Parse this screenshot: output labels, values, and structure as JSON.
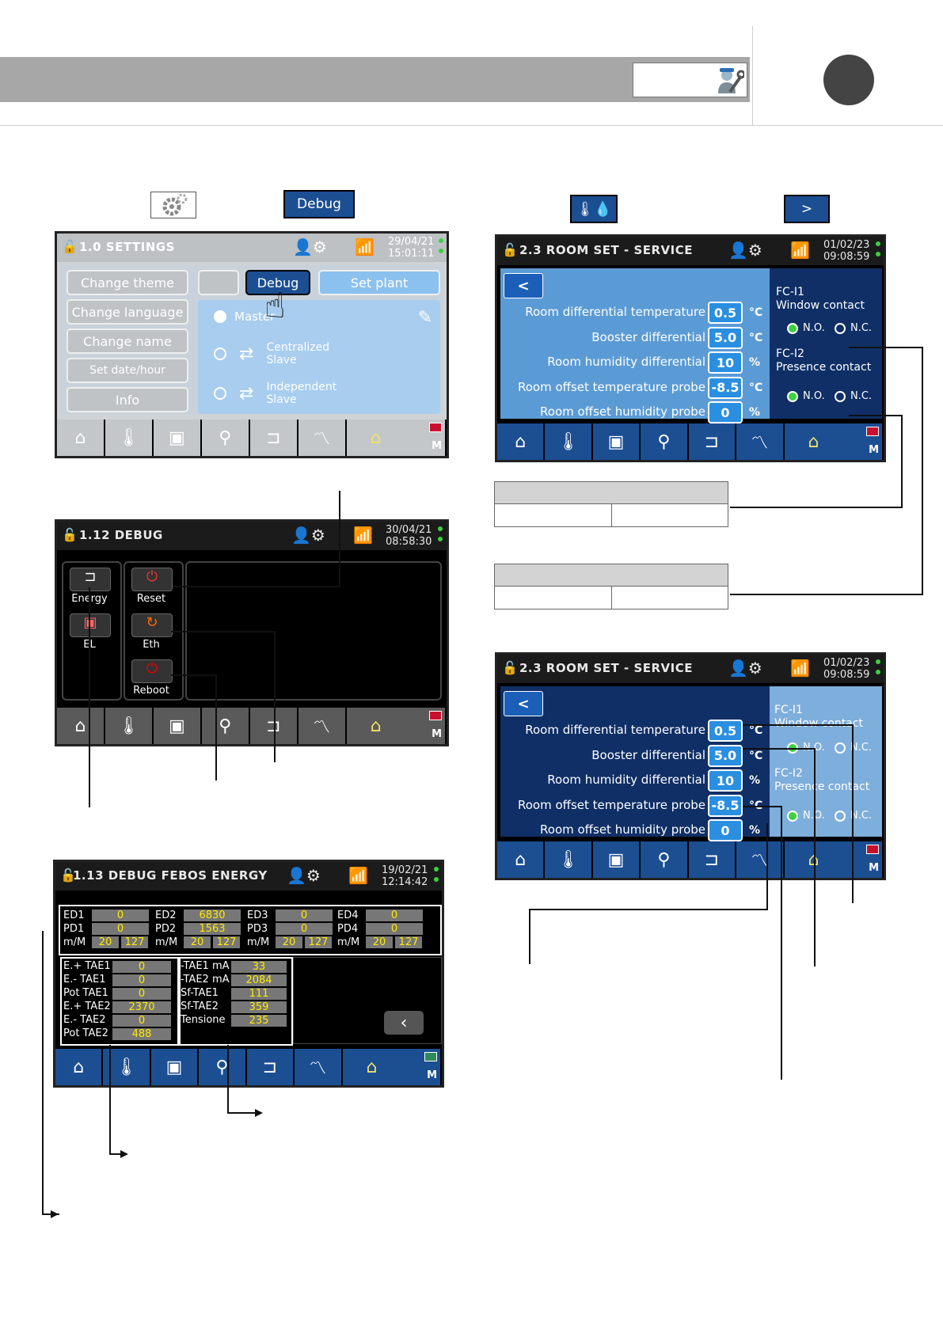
{
  "instructions": {
    "debug_button": "Debug",
    "next_button": ">"
  },
  "settings_screen": {
    "title": "1.0 SETTINGS",
    "date": "29/04/21",
    "time": "15:01:11",
    "buttons": [
      "Change theme",
      "Change language",
      "Change name",
      "Set date/hour",
      "Info"
    ],
    "tab_debug": "Debug",
    "tab_set_plant": "Set plant",
    "options": [
      "Master",
      "Centralized Slave",
      "Independent Slave"
    ]
  },
  "debug_screen": {
    "title": "1.12 DEBUG",
    "date": "30/04/21",
    "time": "08:58:30",
    "tiles": [
      "Energy",
      "EL",
      "Reset",
      "Eth",
      "Reboot"
    ]
  },
  "energy_screen": {
    "title": "1.13 DEBUG FEBOS ENERGY",
    "date": "19/02/21",
    "time": "12:14:42",
    "channels": [
      {
        "ed": "ED1",
        "ed_val": "0",
        "pd": "PD1",
        "pd_val": "0",
        "mm": "m/M",
        "m": "20",
        "M": "127"
      },
      {
        "ed": "ED2",
        "ed_val": "6830",
        "pd": "PD2",
        "pd_val": "1563",
        "mm": "m/M",
        "m": "20",
        "M": "127"
      },
      {
        "ed": "ED3",
        "ed_val": "0",
        "pd": "PD3",
        "pd_val": "0",
        "mm": "m/M",
        "m": "20",
        "M": "127"
      },
      {
        "ed": "ED4",
        "ed_val": "0",
        "pd": "PD4",
        "pd_val": "0",
        "mm": "m/M",
        "m": "20",
        "M": "127"
      }
    ],
    "tae_left": [
      {
        "label": "E.+ TAE1",
        "value": "0"
      },
      {
        "label": "E.- TAE1",
        "value": "0"
      },
      {
        "label": "Pot TAE1",
        "value": "0"
      },
      {
        "label": "E.+ TAE2",
        "value": "2370"
      },
      {
        "label": "E.- TAE2",
        "value": "0"
      },
      {
        "label": "Pot TAE2",
        "value": "488"
      }
    ],
    "tae_right": [
      {
        "label": "-TAE1 mA",
        "value": "33"
      },
      {
        "label": "-TAE2 mA",
        "value": "2084"
      },
      {
        "label": "Sf-TAE1",
        "value": "111"
      },
      {
        "label": "Sf-TAE2",
        "value": "359"
      },
      {
        "label": "Tensione",
        "value": "235"
      }
    ]
  },
  "room_screen": {
    "title": "2.3 ROOM SET - SERVICE",
    "date": "01/02/23",
    "time": "09:08:59",
    "back": "<",
    "rows": [
      {
        "label": "Room differential temperature",
        "value": "0.5",
        "unit": "°C"
      },
      {
        "label": "Booster differential",
        "value": "5.0",
        "unit": "°C"
      },
      {
        "label": "Room humidity differential",
        "value": "10",
        "unit": "%"
      },
      {
        "label": "Room offset temperature probe",
        "value": "-8.5",
        "unit": "°C"
      },
      {
        "label": "Room offset humidity probe",
        "value": "0",
        "unit": "%"
      }
    ],
    "fc1_title": "FC-I1",
    "fc1_name": "Window contact",
    "fc2_title": "FC-I2",
    "fc2_name": "Presence contact",
    "no": "N.O.",
    "nc": "N.C."
  },
  "nav": {
    "m_label": "M"
  },
  "colors": {
    "header_band": "#a7a7a7",
    "panel_blue": "#1c4e92",
    "light_blue": "#5b9bd5",
    "value_yellow": "#ffea00"
  }
}
